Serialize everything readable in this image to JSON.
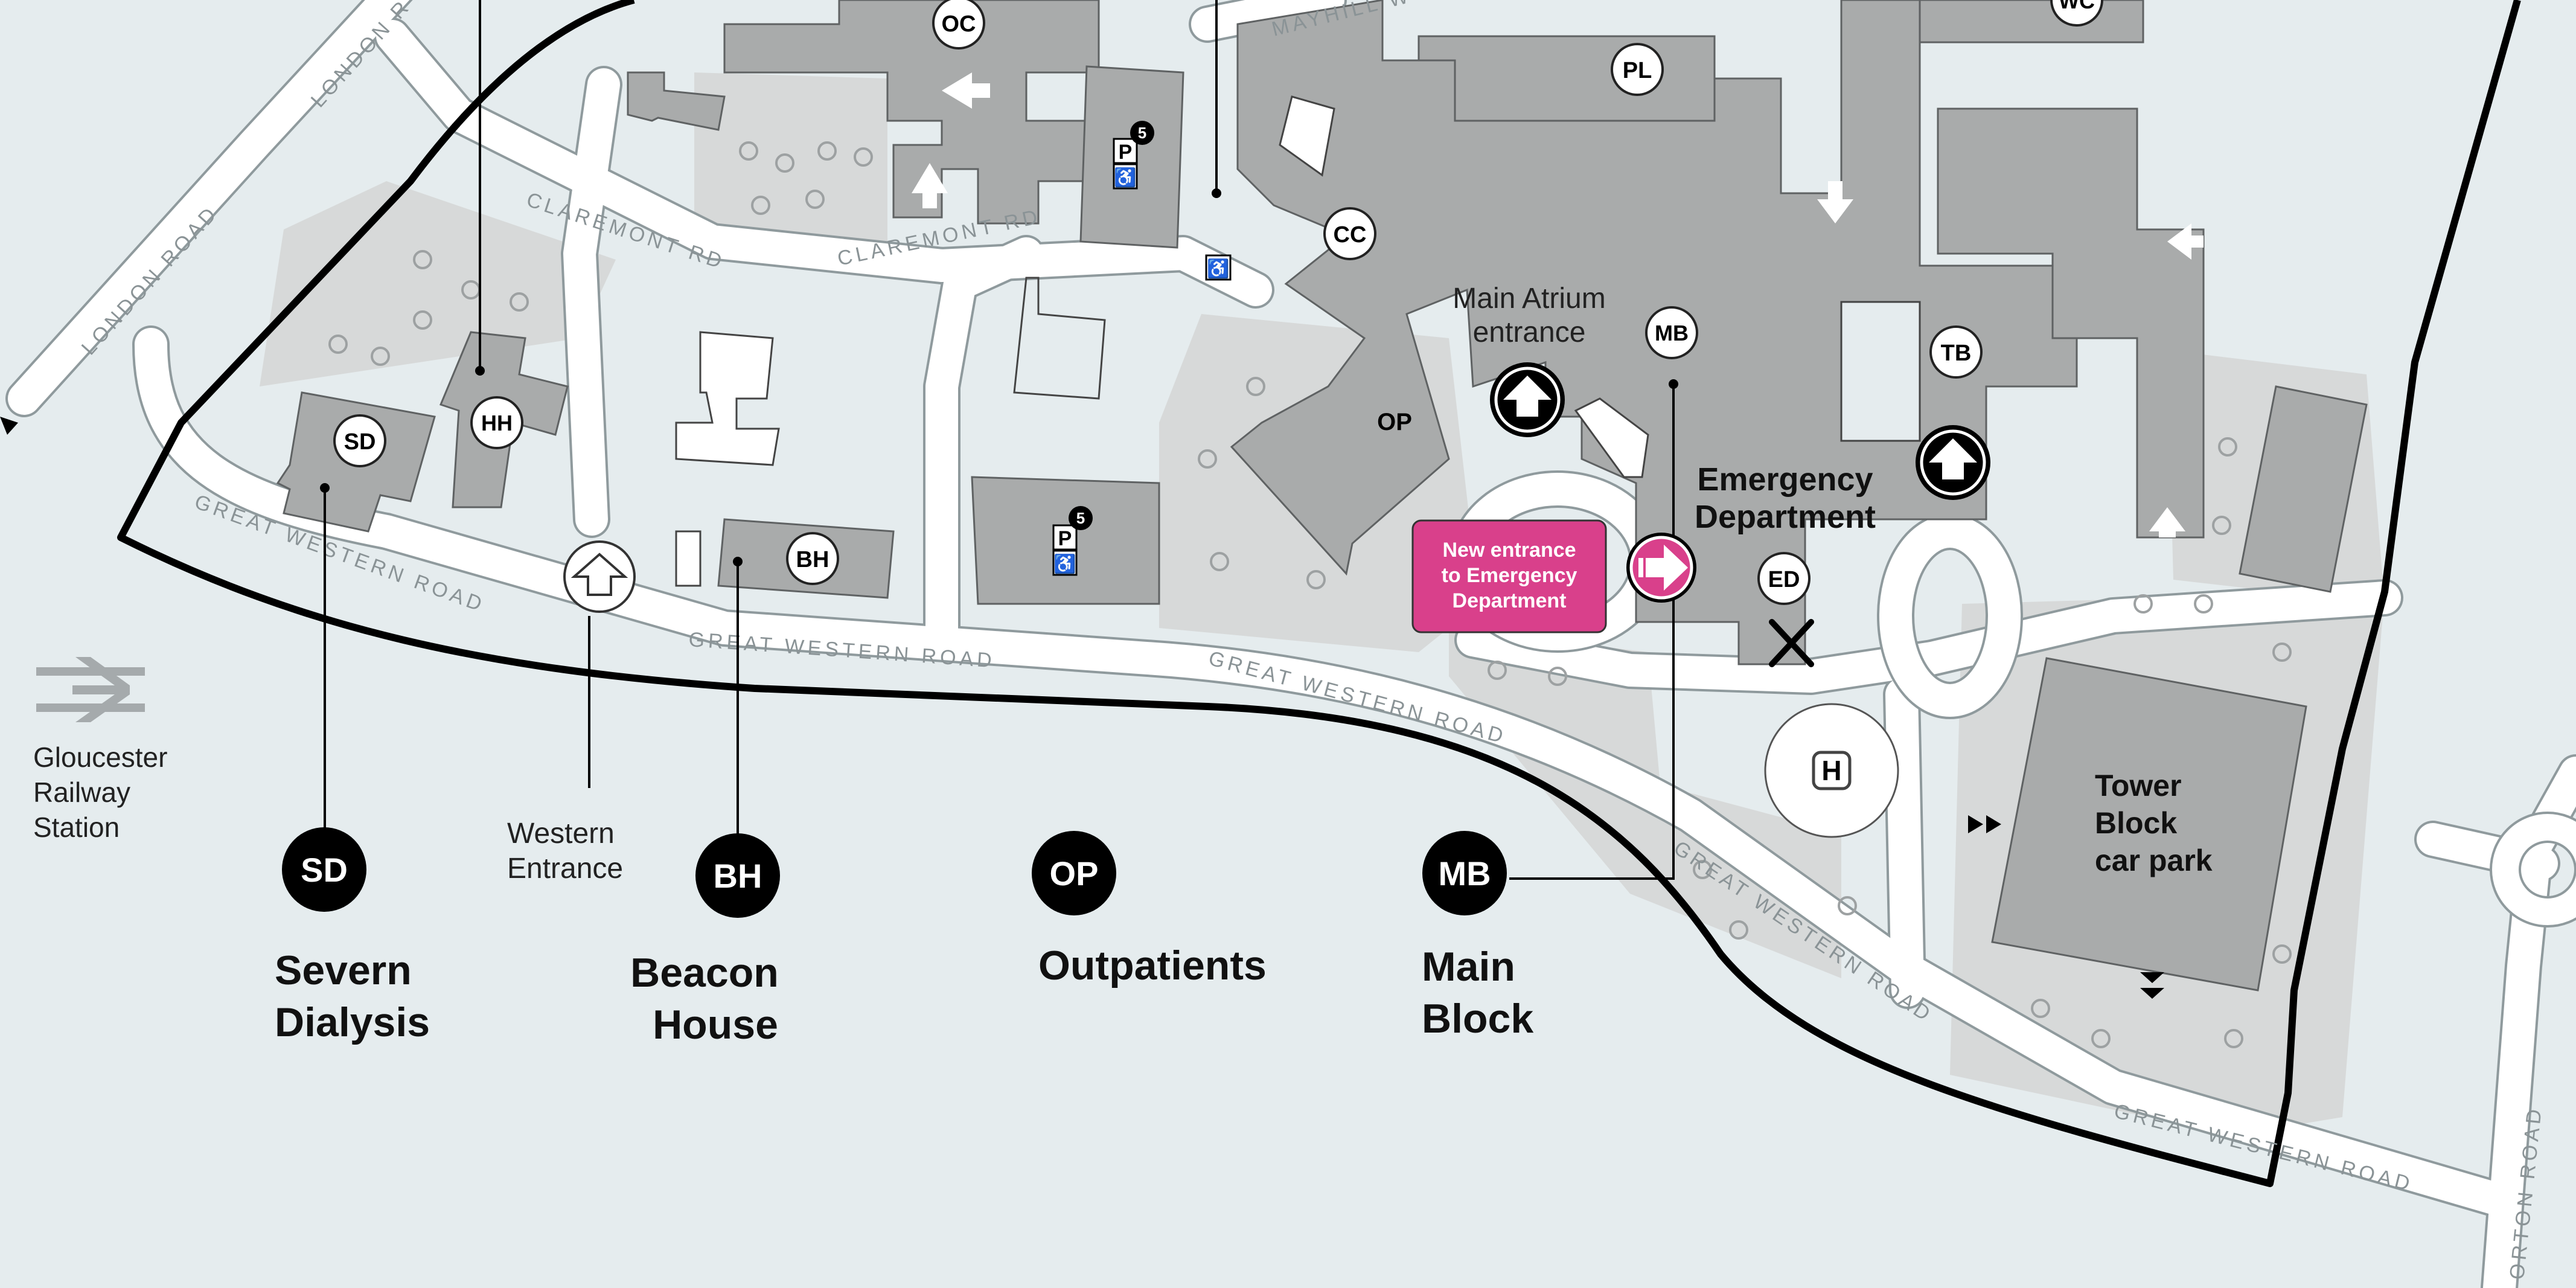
{
  "colors": {
    "background": "#e5ecee",
    "road": "#ffffff",
    "road_edge": "#8f9a9d",
    "grounds": "#d7d9d9",
    "building": "#a9abab",
    "building_edge": "#5f6263",
    "boundary": "#000000",
    "accent_pink": "#d9408b"
  },
  "roads": {
    "london_road_1": "LONDON ROAD",
    "london_road_2": "LONDON R",
    "claremont_1": "CLAREMONT RD",
    "claremont_2": "CLAREMONT RD",
    "mayhill": "MAYHILL W",
    "gwr_1": "GREAT WESTERN ROAD",
    "gwr_2": "GREAT WESTERN ROAD",
    "gwr_3": "GREAT WESTERN ROAD",
    "gwr_4": "GREAT WESTERN ROAD",
    "gwr_5": "GREAT WESTERN ROAD",
    "horton": "ORTON ROAD"
  },
  "bubbles": {
    "oc": "OC",
    "pl": "PL",
    "cc": "CC",
    "mb": "MB",
    "tb": "TB",
    "ed": "ED",
    "sd": "SD",
    "hh": "HH",
    "bh": "BH",
    "op": "OP",
    "wc": "WC"
  },
  "parking": {
    "symbol": "P",
    "count": "5",
    "accessible": "♿"
  },
  "helipad": "H",
  "labels": {
    "main_atrium_line1": "Main Atrium",
    "main_atrium_line2": "entrance",
    "emergency_line1": "Emergency",
    "emergency_line2": "Department",
    "new_entrance_line1": "New entrance",
    "new_entrance_line2": "to Emergency",
    "new_entrance_line3": "Department",
    "western_line1": "Western",
    "western_line2": "Entrance",
    "station_line1": "Gloucester",
    "station_line2": "Railway",
    "station_line3": "Station",
    "tower_line1": "Tower",
    "tower_line2": "Block",
    "tower_line3": "car park"
  },
  "legend": [
    {
      "code": "SD",
      "line1": "Severn",
      "line2": "Dialysis"
    },
    {
      "code": "BH",
      "line1": "Beacon",
      "line2": "House"
    },
    {
      "code": "OP",
      "line1": "Outpatients",
      "line2": ""
    },
    {
      "code": "MB",
      "line1": "Main",
      "line2": "Block"
    }
  ]
}
